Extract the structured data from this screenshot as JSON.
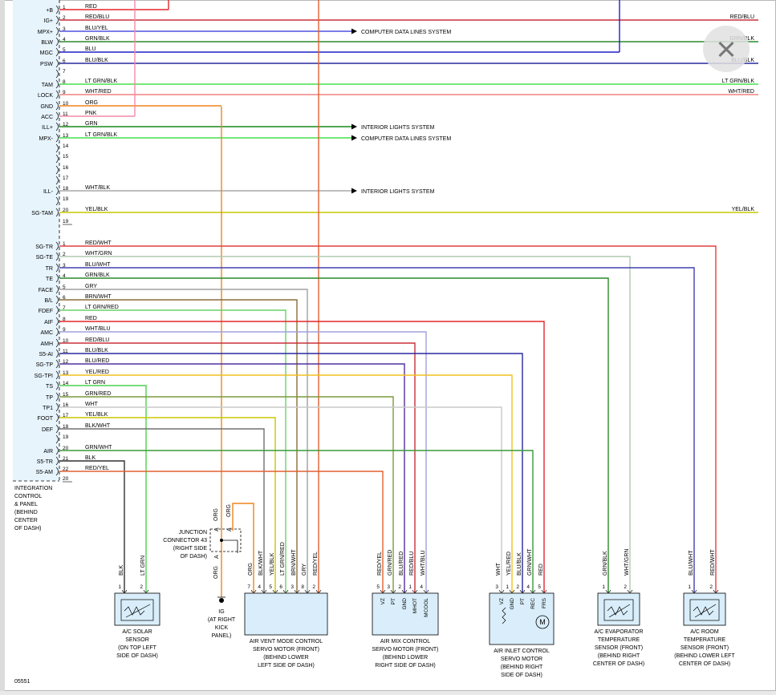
{
  "diagram_code": "05551",
  "colors": {
    "RED": "#e3262b",
    "RED/BLU": "#c8303a",
    "BLU/YEL": "#5050e0",
    "GRN/BLK": "#2a8a2a",
    "BLU": "#1f1fc8",
    "BLU/BLK": "#2828a0",
    "LT GRN/BLK": "#47e04a",
    "WHT/RED": "#f08080",
    "ORG": "#f0841c",
    "PNK": "#f28aa8",
    "GRN": "#1a8a1a",
    "LT GRN": "#4cd24c",
    "WHT/BLK": "#a8a8a8",
    "YEL/BLK": "#c8c800",
    "RED/WHT": "#e04040",
    "WHT/GRN": "#b0c8b0",
    "BLU/WHT": "#4040b0",
    "GRY": "#a0a0a0",
    "BRN/WHT": "#8b6d3a",
    "LT GRN/RED": "#66d266",
    "WHT/BLU": "#a0a0e0",
    "BLU/RED": "#5030a0",
    "YEL/RED": "#f0c020",
    "GRN/RED": "#7a9a3a",
    "WHT": "#c8c8c8",
    "BLK/WHT": "#707070",
    "GRN/WHT": "#3a9a3a",
    "BLK": "#303030",
    "RED/YEL": "#e06030",
    "YEL/BLU": "#b0b030"
  },
  "group1": [
    {
      "num": "1",
      "pin": "+B",
      "color": "RED"
    },
    {
      "num": "2",
      "pin": "IG+",
      "color": "RED/BLU",
      "right": "RED/BLU"
    },
    {
      "num": "3",
      "pin": "MPX+",
      "color": "BLU/YEL",
      "dest": "COMPUTER DATA LINES SYSTEM"
    },
    {
      "num": "4",
      "pin": "BLW",
      "color": "GRN/BLK",
      "right": "GRN/BLK"
    },
    {
      "num": "5",
      "pin": "MGC",
      "color": "BLU"
    },
    {
      "num": "6",
      "pin": "PSW",
      "color": "BLU/BLK",
      "right": "BLU/BLK"
    },
    {
      "num": "7",
      "pin": "",
      "color": ""
    },
    {
      "num": "8",
      "pin": "TAM",
      "color": "LT GRN/BLK",
      "right": "LT GRN/BLK"
    },
    {
      "num": "9",
      "pin": "LOCK",
      "color": "WHT/RED",
      "right": "WHT/RED"
    },
    {
      "num": "10",
      "pin": "GND",
      "color": "ORG"
    },
    {
      "num": "11",
      "pin": "ACC",
      "color": "PNK"
    },
    {
      "num": "12",
      "pin": "ILL+",
      "color": "GRN",
      "dest": "INTERIOR LIGHTS SYSTEM"
    },
    {
      "num": "13",
      "pin": "MPX-",
      "color": "LT GRN/BLK",
      "dest": "COMPUTER DATA LINES SYSTEM"
    },
    {
      "num": "14",
      "pin": "",
      "color": ""
    },
    {
      "num": "15",
      "pin": "",
      "color": ""
    },
    {
      "num": "16",
      "pin": "",
      "color": ""
    },
    {
      "num": "17",
      "pin": "",
      "color": ""
    },
    {
      "num": "18",
      "pin": "ILL-",
      "color": "WHT/BLK",
      "dest": "INTERIOR LIGHTS SYSTEM"
    },
    {
      "num": "19",
      "pin": "",
      "color": ""
    },
    {
      "num": "20",
      "pin": "SG-TAM",
      "color": "YEL/BLK",
      "right": "YEL/BLK"
    }
  ],
  "group1_end": "19",
  "group2": [
    {
      "num": "1",
      "pin": "SG-TR",
      "color": "RED/WHT"
    },
    {
      "num": "2",
      "pin": "SG-TE",
      "color": "WHT/GRN"
    },
    {
      "num": "3",
      "pin": "TR",
      "color": "BLU/WHT"
    },
    {
      "num": "4",
      "pin": "TE",
      "color": "GRN/BLK"
    },
    {
      "num": "5",
      "pin": "FACE",
      "color": "GRY"
    },
    {
      "num": "6",
      "pin": "B/L",
      "color": "BRN/WHT"
    },
    {
      "num": "7",
      "pin": "FDEF",
      "color": "LT GRN/RED"
    },
    {
      "num": "8",
      "pin": "AIF",
      "color": "RED"
    },
    {
      "num": "9",
      "pin": "AMC",
      "color": "WHT/BLU"
    },
    {
      "num": "10",
      "pin": "AMH",
      "color": "RED/BLU"
    },
    {
      "num": "11",
      "pin": "S5-AI",
      "color": "BLU/BLK"
    },
    {
      "num": "12",
      "pin": "SG-TP",
      "color": "BLU/RED"
    },
    {
      "num": "13",
      "pin": "SG-TPI",
      "color": "YEL/RED"
    },
    {
      "num": "14",
      "pin": "TS",
      "color": "LT GRN"
    },
    {
      "num": "15",
      "pin": "TP",
      "color": "GRN/RED"
    },
    {
      "num": "16",
      "pin": "TP1",
      "color": "WHT"
    },
    {
      "num": "17",
      "pin": "FOOT",
      "color": "YEL/BLK"
    },
    {
      "num": "18",
      "pin": "DEF",
      "color": "BLK/WHT"
    },
    {
      "num": "19",
      "pin": "",
      "color": ""
    },
    {
      "num": "20",
      "pin": "AIR",
      "color": "GRN/WHT"
    },
    {
      "num": "21",
      "pin": "S5-TR",
      "color": "BLK"
    },
    {
      "num": "22",
      "pin": "S5-AM",
      "color": "RED/YEL"
    }
  ],
  "group2_end": "20",
  "module_label": [
    "INTEGRATION",
    "CONTROL",
    "& PANEL",
    "(BEHIND",
    "CENTER",
    "OF DASH)"
  ],
  "junction": {
    "label": [
      "JUNCTION",
      "CONNECTOR 43",
      "(RIGHT SIDE",
      "OF DASH)"
    ],
    "wire_labels": [
      "ORG",
      "ORG",
      "ORG"
    ],
    "pins": [
      "A",
      "A",
      "A"
    ],
    "ground_label": [
      "IG",
      "(AT RIGHT",
      "KICK",
      "PANEL)"
    ]
  },
  "components": [
    {
      "name": "A/C SOLAR SENSOR",
      "caption": [
        "A/C SOLAR",
        "SENSOR",
        "(ON TOP LEFT",
        "SIDE OF DASH)"
      ],
      "wires": [
        "BLK",
        "LT GRN"
      ],
      "pins": [
        "1",
        "2"
      ]
    },
    {
      "name": "AIR VENT MODE CONTROL SERVO MOTOR",
      "caption": [
        "AIR VENT MODE CONTROL",
        "SERVO MOTOR (FRONT)",
        "(BEHIND LOWER",
        "LEFT SIDE OF DASH)"
      ],
      "wires": [
        "ORG",
        "BLK/WHT",
        "YEL/BLK",
        "LT GRN/RED",
        "BRN/WHT",
        "GRY",
        "RED/YEL"
      ],
      "pins": [
        "7",
        "4",
        "5",
        "6",
        "3",
        "8",
        "2"
      ]
    },
    {
      "name": "AIR MIX CONTROL SERVO MOTOR",
      "caption": [
        "AIR MIX CONTROL",
        "SERVO MOTOR (FRONT)",
        "(BEHIND LOWER",
        "RIGHT SIDE OF DASH)"
      ],
      "wires": [
        "RED/YEL",
        "GRN/RED",
        "BLU/RED",
        "RED/BLU",
        "WHT/BLU"
      ],
      "pins": [
        "5",
        "3",
        "2",
        "1",
        "4"
      ],
      "terms": [
        "VZ",
        "PT",
        "GND",
        "MHOT",
        "MCOOL"
      ]
    },
    {
      "name": "AIR INLET CONTROL SERVO MOTOR",
      "caption": [
        "AIR INLET CONTROL",
        "SERVO MOTOR",
        "(BEHIND RIGHT",
        "SIDE OF DASH)"
      ],
      "wires": [
        "WHT",
        "YEL/RED",
        "BLU/BLK",
        "GRN/WHT",
        "RED"
      ],
      "pins": [
        "3",
        "1",
        "2",
        "4",
        "5"
      ],
      "terms": [
        "VZ",
        "GND",
        "PT",
        "REC",
        "FRS"
      ]
    },
    {
      "name": "A/C EVAPORATOR TEMPERATURE SENSOR",
      "caption": [
        "A/C EVAPORATOR",
        "TEMPERATURE",
        "SENSOR (FRONT)",
        "(BEHIND RIGHT",
        "CENTER OF DASH)"
      ],
      "wires": [
        "GRN/BLK",
        "WHT/GRN"
      ],
      "pins": [
        "1",
        "2"
      ]
    },
    {
      "name": "A/C ROOM TEMPERATURE SENSOR",
      "caption": [
        "A/C ROOM",
        "TEMPERATURE",
        "SENSOR (FRONT)",
        "(BEHIND LOWER LEFT",
        "CENTER OF DASH)"
      ],
      "wires": [
        "BLU/WHT",
        "RED/WHT"
      ],
      "pins": [
        "1",
        "2"
      ]
    }
  ]
}
